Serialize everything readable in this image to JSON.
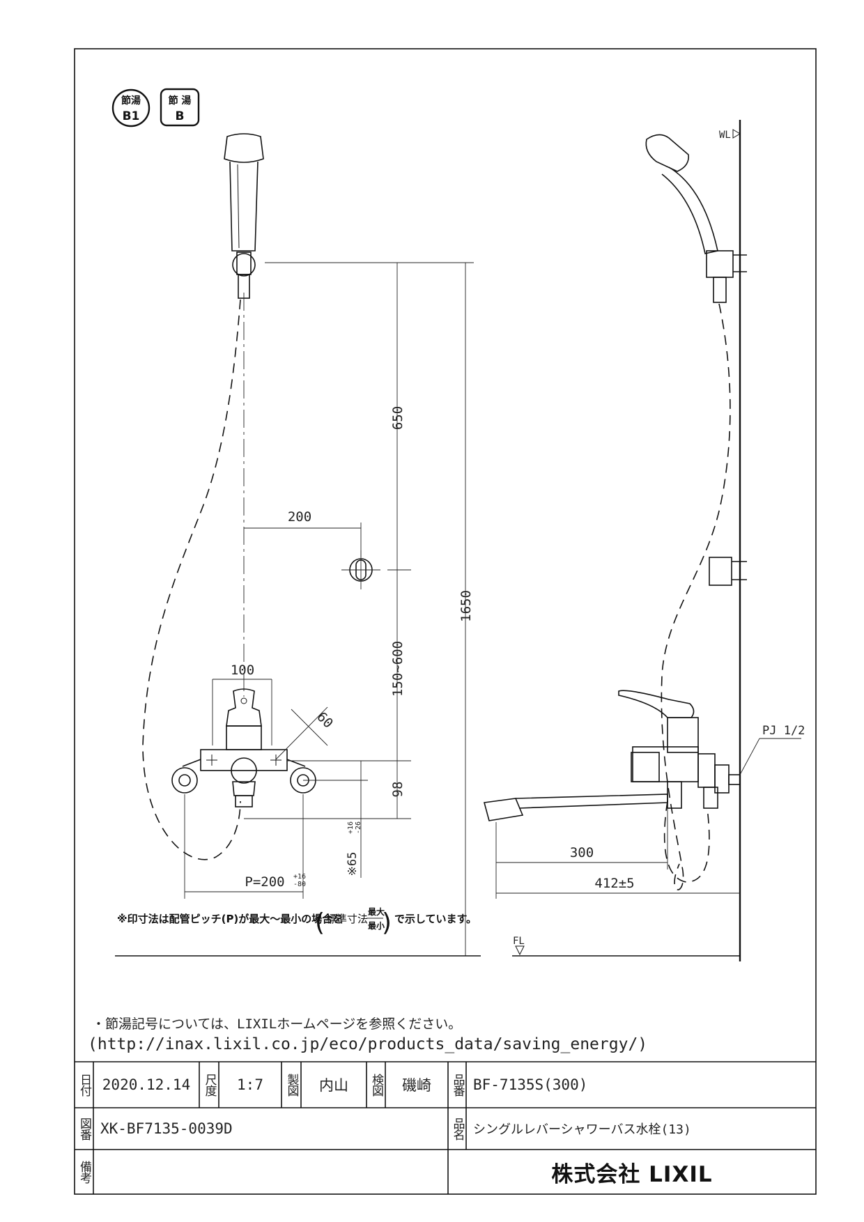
{
  "badges": {
    "b1": {
      "top": "節湯",
      "bottom": "B1"
    },
    "b": {
      "top": "節 湯",
      "bottom": "B"
    }
  },
  "dimensions": {
    "d650": "650",
    "d200": "200",
    "d1650": "1650",
    "d150_600": "150~600",
    "d100": "100",
    "d60": "60",
    "d98": "98",
    "d65": "※65",
    "d65_tol": "+16\n-26",
    "pitch": "P=200",
    "pitch_tol": "+16\n-80",
    "d300": "300",
    "d412": "412±5"
  },
  "labels": {
    "wl": "WL",
    "fl": "FL",
    "pj": "PJ 1/2"
  },
  "note": {
    "part1": "※印寸法は配管ピッチ(P)が最大～最小の場合を",
    "bracket_label": "標準寸法",
    "max": "最大",
    "min": "最小",
    "part2": "で示しています。"
  },
  "footnote": {
    "line1": "・節湯記号については、LIXILホームページを参照ください。",
    "line2": "(http://inax.lixil.co.jp/eco/products_data/saving_energy/)"
  },
  "title_block": {
    "date_label": "日付",
    "date": "2020.12.14",
    "scale_label": "尺度",
    "scale": "1:7",
    "drawn_label": "製図",
    "drawn_by": "内山",
    "checked_label": "検図",
    "checked_by": "磯崎",
    "part_no_label": "品番",
    "part_no": "BF-7135S(300)",
    "drawing_no_label": "図番",
    "drawing_no": "XK-BF7135-0039D",
    "product_name_label": "品名",
    "product_name": "シングルレバーシャワーバス水栓(13)",
    "remarks_label": "備考",
    "company": "株式会社 LIXIL"
  }
}
